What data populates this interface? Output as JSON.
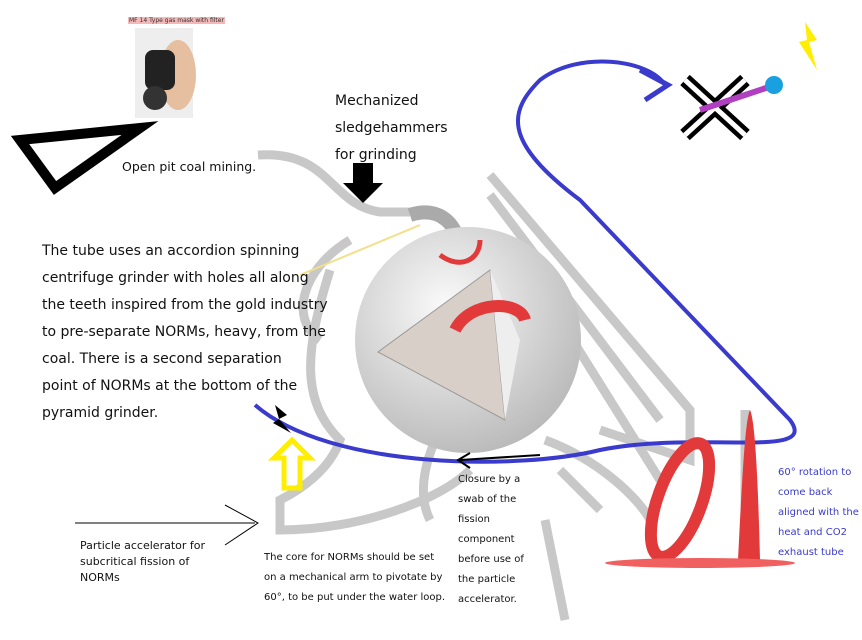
{
  "photo_caption": "MF 14 Type gas mask with filter",
  "labels": {
    "mining": "Open pit coal mining.",
    "hammers": "Mechanized\nsledgehammers\nfor grinding",
    "tube": "The tube uses an accordion spinning\ncentrifuge grinder with holes all along\nthe teeth inspired from the gold industry\nto pre-separate NORMs, heavy, from the\ncoal. There is a second separation\n point of NORMs at the bottom of the\npyramid grinder.",
    "accelerator": "Particle accelerator for\nsubcritical fission of\nNORMs",
    "core": "The core for NORMs should be set\non a mechanical arm to pivotate by\n60°, to be put under the water loop.",
    "closure": "Closure by a\nswab of the\nfission\ncomponent\nbefore use of\nthe particle\naccelerator.",
    "rotation": "60° rotation to\ncome back\naligned with the\nheat and CO2\nexhaust tube"
  },
  "colors": {
    "blue": "#3a3acc",
    "red": "#e23a3a",
    "gray": "#c8c8c8",
    "yellow": "#ffee00"
  }
}
